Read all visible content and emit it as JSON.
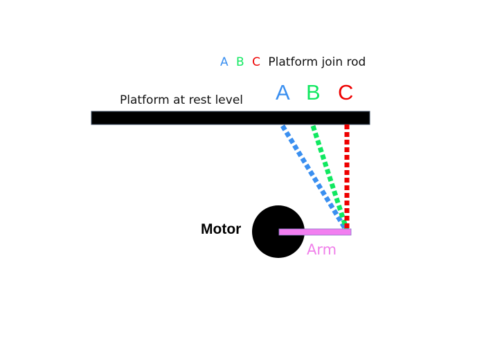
{
  "legend": {
    "a": "A",
    "b": "B",
    "c": "C",
    "text": "Platform join rod"
  },
  "platform": {
    "label": "Platform at rest level"
  },
  "rods": [
    {
      "id": "A",
      "label": "A",
      "color": "#3a8ff0"
    },
    {
      "id": "B",
      "label": "B",
      "color": "#10e860"
    },
    {
      "id": "C",
      "label": "C",
      "color": "#ee0000"
    }
  ],
  "motor": {
    "label": "Motor"
  },
  "arm": {
    "label": "Arm",
    "color": "#f27ef0"
  },
  "colors": {
    "platform": "#000000",
    "motor": "#000000"
  }
}
